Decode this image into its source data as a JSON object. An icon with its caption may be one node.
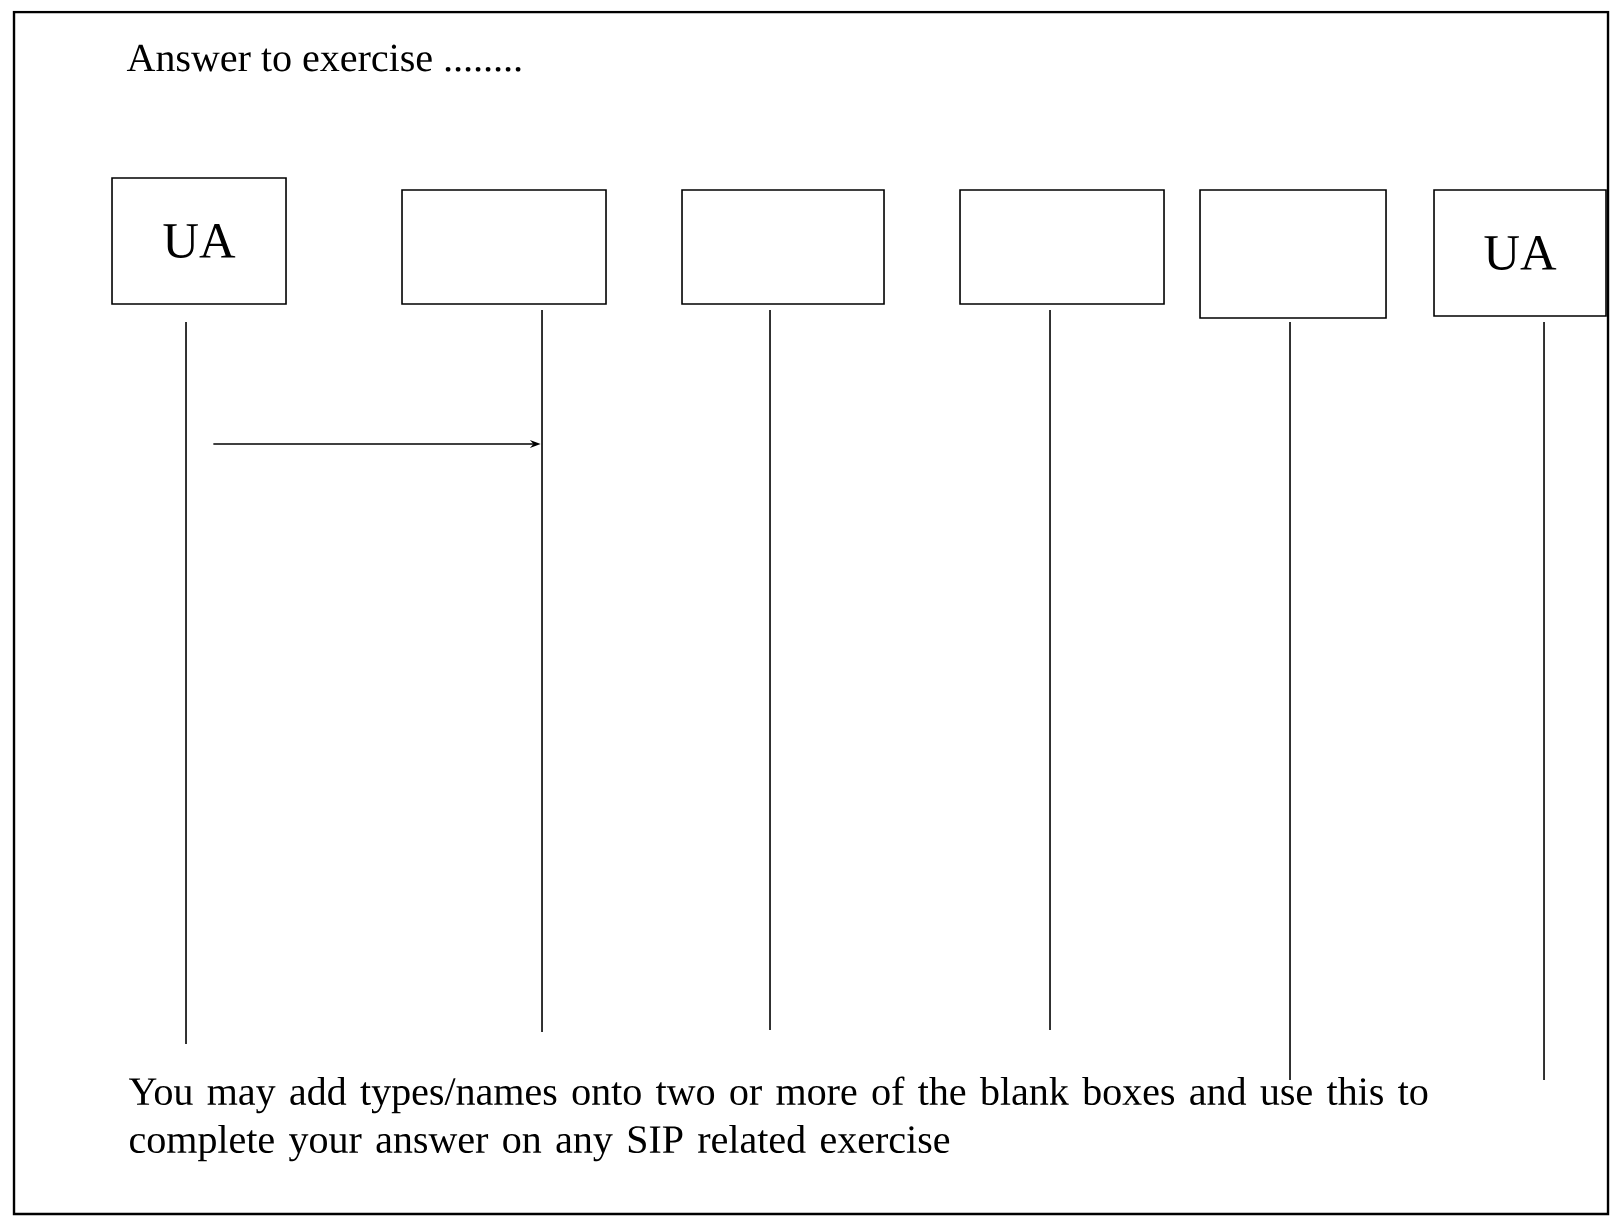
{
  "diagram": {
    "title": "Answer to exercise ........",
    "nodes": [
      {
        "text": [
          "UA"
        ]
      },
      {
        "text": [],
        "shape": "box"
      },
      {
        "text": [],
        "shape": "box"
      },
      {
        "text": [],
        "shape": "box"
      },
      {
        "text": [],
        "shape": "box"
      },
      {
        "text": [
          "UA"
        ]
      },
      {
        "text": [],
        "shape": "line"
      },
      {
        "text": [],
        "shape": "line"
      },
      {
        "text": [],
        "shape": "line"
      },
      {
        "text": [],
        "shape": "line"
      },
      {
        "text": [],
        "shape": "line"
      },
      {
        "text": [],
        "shape": "line"
      }
    ],
    "edges": [
      {
        "from": 6,
        "to": 7,
        "arrow": "to"
      }
    ],
    "labels": [
      "You may add types/names onto two or more of the blank boxes and use this to complete your answer on any SIP related exercise"
    ]
  }
}
